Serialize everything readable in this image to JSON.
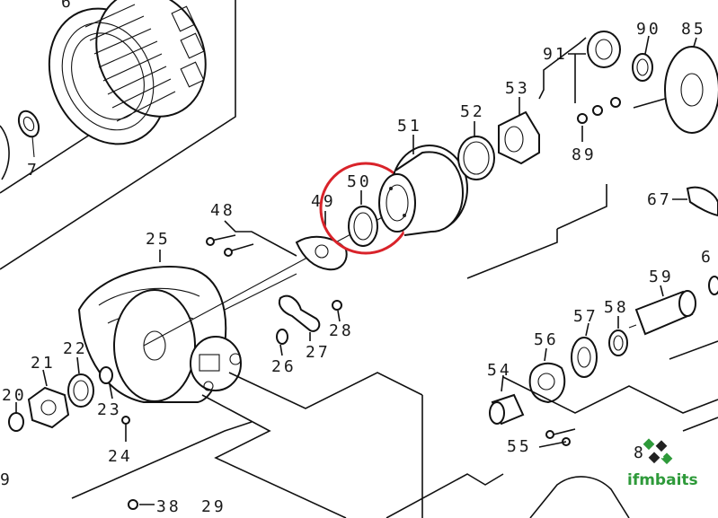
{
  "labels": {
    "p6": "6",
    "p7": "7",
    "p9": "9",
    "p20": "20",
    "p21": "21",
    "p22": "22",
    "p23": "23",
    "p24": "24",
    "p25": "25",
    "p26": "26",
    "p27": "27",
    "p28": "28",
    "p29": "29",
    "p38": "38",
    "p48": "48",
    "p49": "49",
    "p50": "50",
    "p51": "51",
    "p52": "52",
    "p53": "53",
    "p54": "54",
    "p55": "55",
    "p56": "56",
    "p57": "57",
    "p58": "58",
    "p59": "59",
    "p60": "6",
    "p67": "67",
    "p85": "85",
    "p89": "89",
    "p90": "90",
    "p91": "91",
    "p8x": "8"
  },
  "highlight": {
    "part": "50",
    "color": "#d9232a"
  },
  "logo": {
    "text": "ifmbaits",
    "color": "#2e9a3a"
  },
  "colors": {
    "line": "#111111",
    "background": "#ffffff"
  }
}
